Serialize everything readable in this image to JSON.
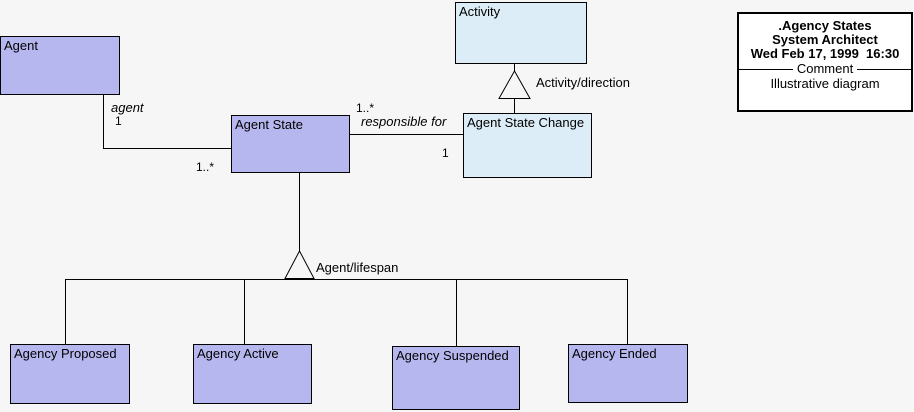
{
  "colors": {
    "background": "#f6f6f6",
    "node_purple": "#b7b7ef",
    "node_blue": "#dcedf7",
    "line": "#000000",
    "title_box_background": "#ffffff"
  },
  "nodes": [
    {
      "id": "agent",
      "label": "Agent",
      "fill": "purple"
    },
    {
      "id": "activity",
      "label": "Activity",
      "fill": "blue"
    },
    {
      "id": "agent-state",
      "label": "Agent State",
      "fill": "purple"
    },
    {
      "id": "agent-state-change",
      "label": "Agent State Change",
      "fill": "blue"
    },
    {
      "id": "agency-proposed",
      "label": "Agency Proposed",
      "fill": "purple"
    },
    {
      "id": "agency-active",
      "label": "Agency Active",
      "fill": "purple"
    },
    {
      "id": "agency-suspended",
      "label": "Agency Suspended",
      "fill": "purple"
    },
    {
      "id": "agency-ended",
      "label": "Agency Ended",
      "fill": "purple"
    }
  ],
  "edge_labels": [
    {
      "id": "agent-role",
      "text": "agent"
    },
    {
      "id": "agent-end-multiplicity",
      "text": "1"
    },
    {
      "id": "agent-state-end-multiplicity",
      "text": "1..*"
    },
    {
      "id": "responsible-for-left-multiplicity",
      "text": "1..*"
    },
    {
      "id": "responsible-for-role",
      "text": "responsible for"
    },
    {
      "id": "responsible-for-right-multiplicity",
      "text": "1"
    },
    {
      "id": "activity-generalization-label",
      "text": "Activity/direction"
    },
    {
      "id": "agent-lifespan-generalization-label",
      "text": "Agent/lifespan"
    }
  ],
  "title_box": {
    "title": ".Agency States",
    "subtitle": "System Architect",
    "timestamp": "Wed Feb 17, 1999  16:30",
    "divider_label": "Comment",
    "comment": "Illustrative diagram"
  }
}
